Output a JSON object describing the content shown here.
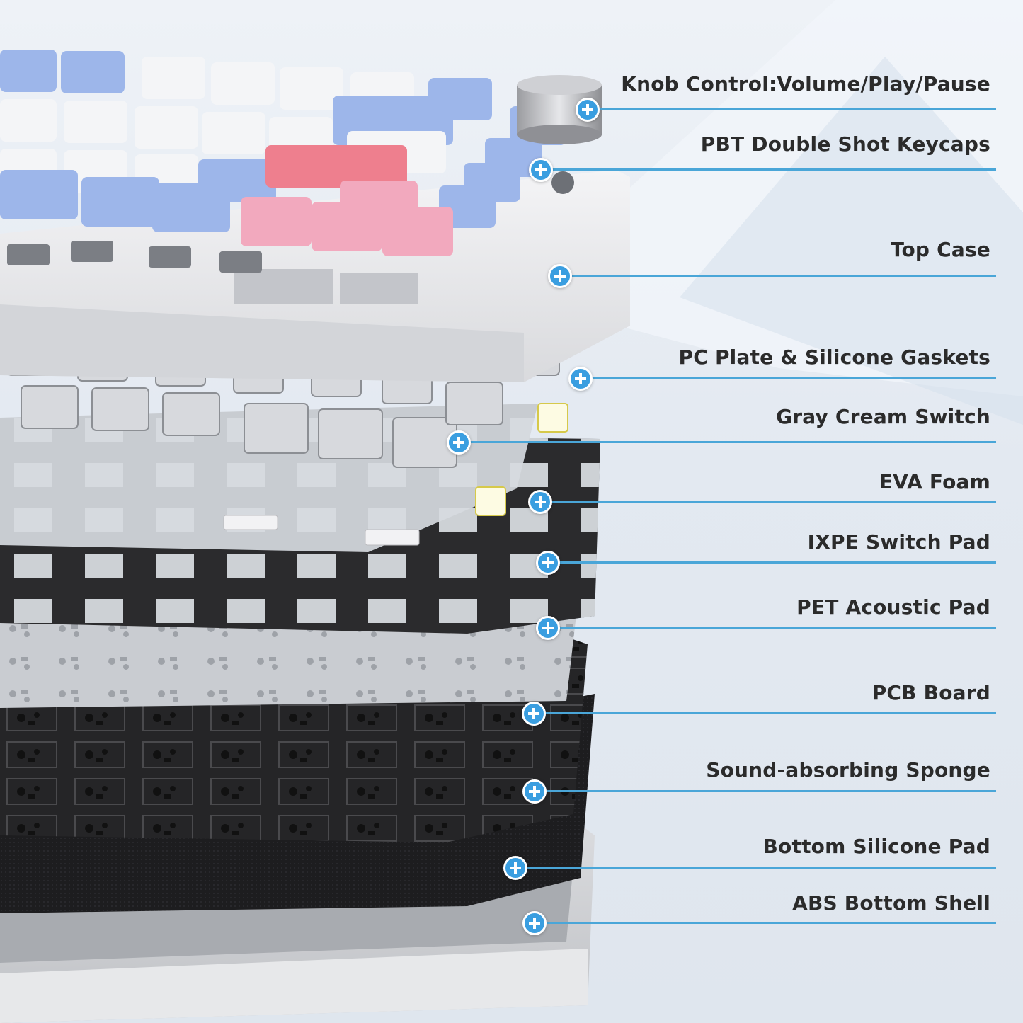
{
  "components": [
    {
      "label": "Knob Control:Volume/Play/Pause",
      "icon": "plus-icon"
    },
    {
      "label": "PBT Double Shot Keycaps",
      "icon": "plus-icon"
    },
    {
      "label": "Top Case",
      "icon": "plus-icon"
    },
    {
      "label": "PC Plate & Silicone Gaskets",
      "icon": "plus-icon"
    },
    {
      "label": "Gray Cream Switch",
      "icon": "plus-icon"
    },
    {
      "label": "EVA Foam",
      "icon": "plus-icon"
    },
    {
      "label": "IXPE Switch Pad",
      "icon": "plus-icon"
    },
    {
      "label": "PET Acoustic Pad",
      "icon": "plus-icon"
    },
    {
      "label": "PCB Board",
      "icon": "plus-icon"
    },
    {
      "label": "Sound-absorbing Sponge",
      "icon": "plus-icon"
    },
    {
      "label": "Bottom Silicone Pad",
      "icon": "plus-icon"
    },
    {
      "label": "ABS Bottom Shell",
      "icon": "plus-icon"
    }
  ],
  "colors": {
    "accent": "#3a9ee0",
    "rule": "#4aa6d8",
    "text": "#2b2b2b",
    "keycap_blue": "#9db6ea",
    "keycap_pink": "#f2a9be",
    "keycap_white": "#f4f5f7",
    "plate_dark": "#2c2c2e",
    "plate_light": "#cfd2d6"
  }
}
